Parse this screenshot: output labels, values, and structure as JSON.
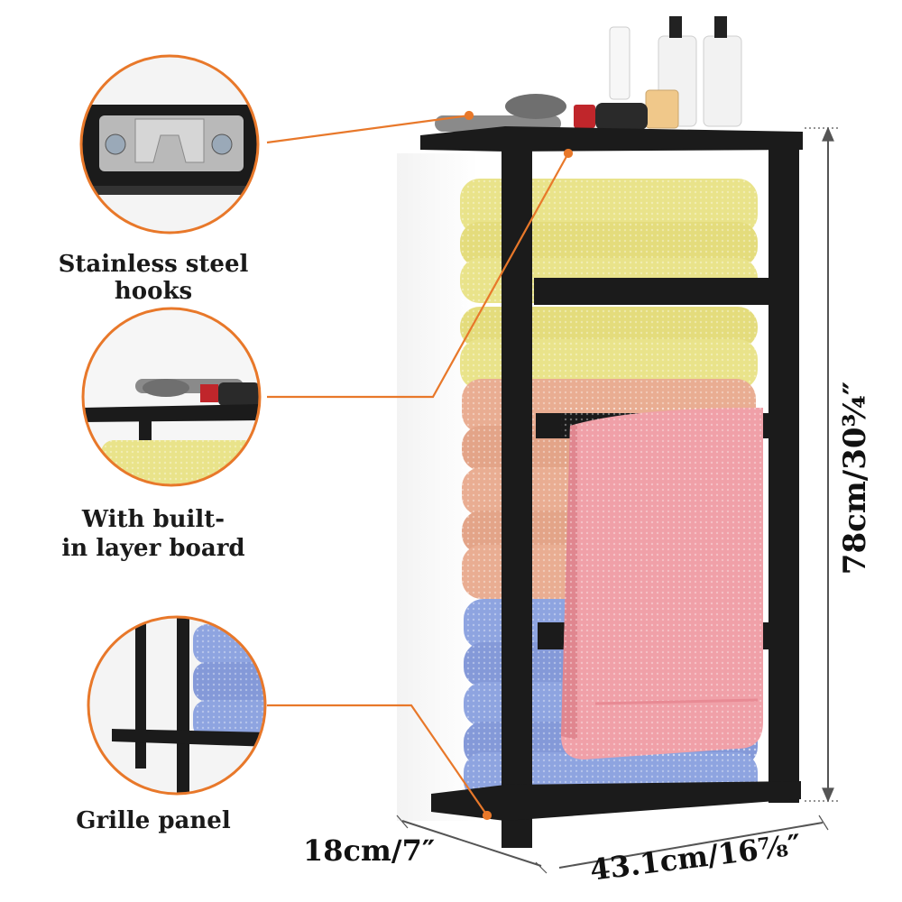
{
  "callouts": {
    "hooks_label": "Stainless steel hooks",
    "layer_board_label_line1": "With built-",
    "layer_board_label_line2": "in layer board",
    "grille_label": "Grille panel"
  },
  "dimensions": {
    "depth": "18cm/7″",
    "width": "43.1cm/16⁷⁄₈″",
    "height": "78cm/30³⁄₄″"
  },
  "colors": {
    "accent_orange": "#e8782a",
    "rack_black": "#1b1b1b",
    "towel_yellow": "#e9e38a",
    "towel_peach": "#e9ad92",
    "towel_blue": "#8ea4e0",
    "towel_pink": "#f0a0a8"
  },
  "icons": [
    "magnifier-circle-icon"
  ]
}
